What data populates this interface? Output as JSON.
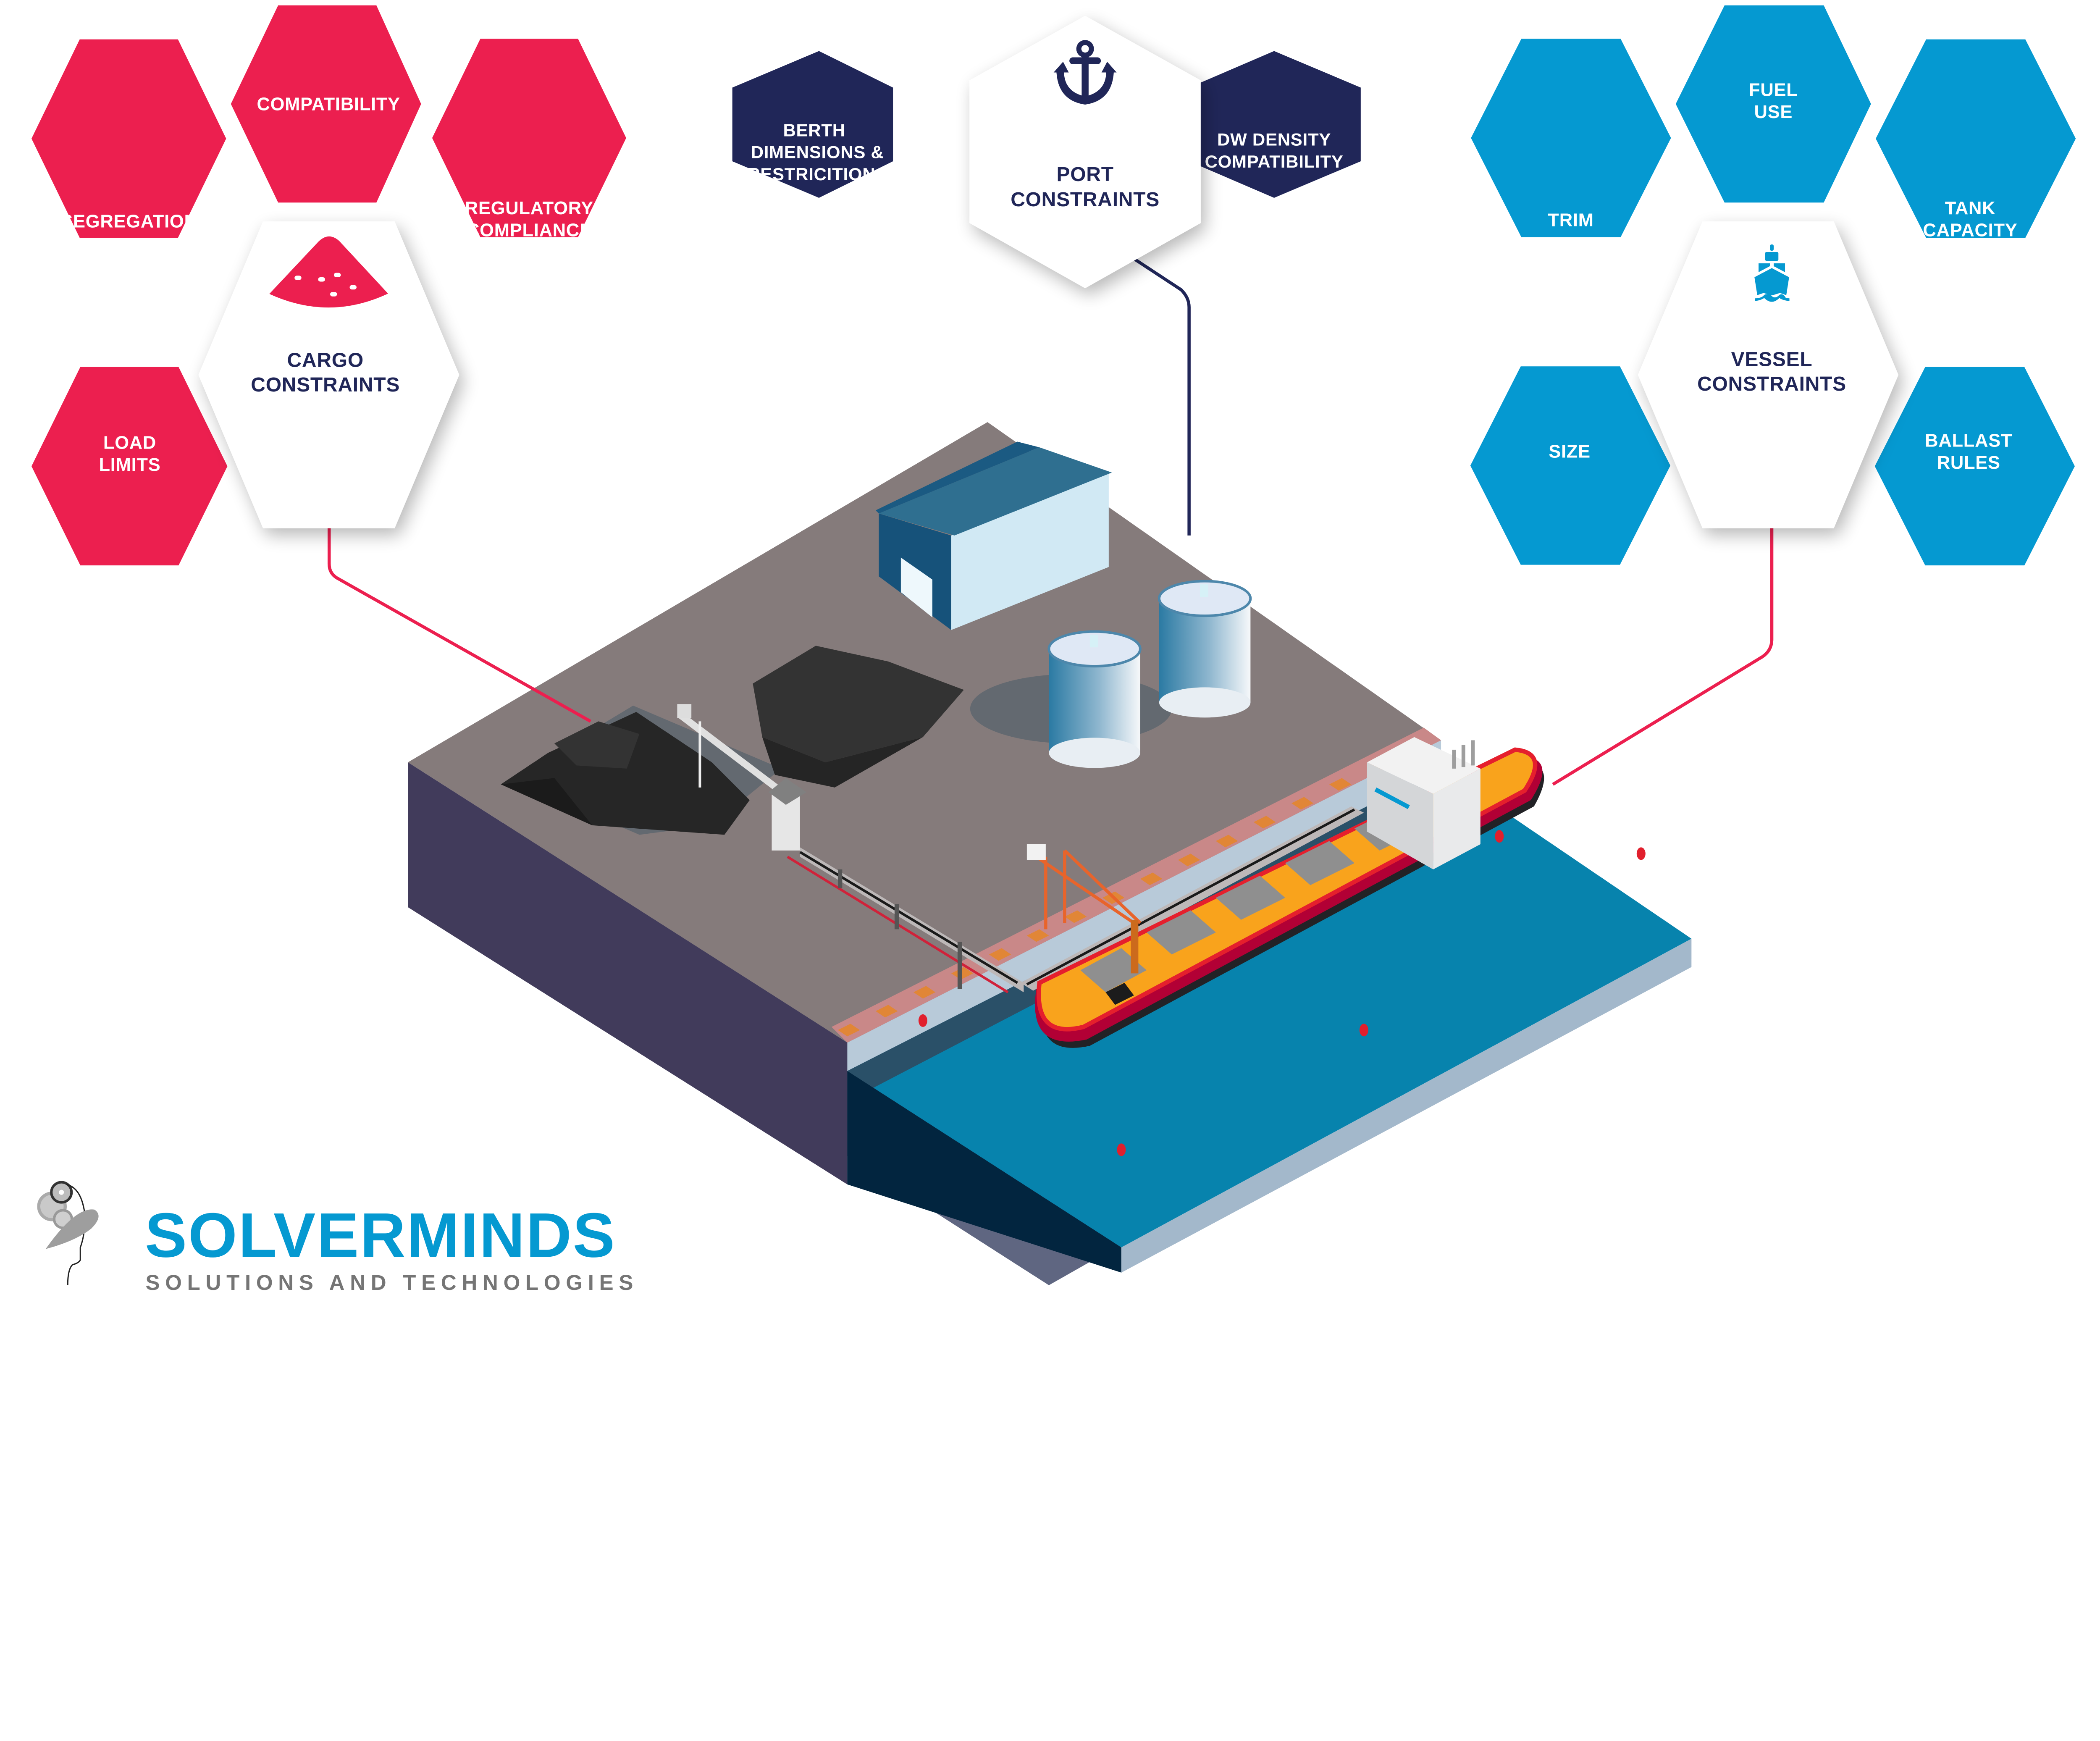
{
  "colors": {
    "cargo_accent": "#ec1f4f",
    "port_accent": "#202658",
    "vessel_accent": "#0599d1",
    "label_dark": "#202658",
    "ground": "#857b7b",
    "platform_side": "#413b5b",
    "platform_base": "#5f6681",
    "water": "#0783ad",
    "water_side": "#02253f",
    "water_edge": "#a3b8cb",
    "logo_blue": "#0599d1",
    "logo_grey": "#757575"
  },
  "groups": {
    "cargo": {
      "title_line1": "CARGO",
      "title_line2": "CONSTRAINTS",
      "icon": "sand-pile-icon",
      "items": [
        {
          "line1": "COMPATIBILITY",
          "line2": ""
        },
        {
          "line1": "SEGREGATION",
          "line2": ""
        },
        {
          "line1": "REGULATORY",
          "line2": "COMPLIANCE"
        },
        {
          "line1": "LOAD",
          "line2": "LIMITS"
        }
      ]
    },
    "port": {
      "title_line1": "PORT",
      "title_line2": "CONSTRAINTS",
      "icon": "anchor-icon",
      "items": [
        {
          "line1": "BERTH",
          "line2": "DIMENSIONS &",
          "line3": "RESTRICITIONS"
        },
        {
          "line1": "DW DENSITY",
          "line2": "COMPATIBILITY",
          "line3": ""
        }
      ]
    },
    "vessel": {
      "title_line1": "VESSEL",
      "title_line2": "CONSTRAINTS",
      "icon": "ship-icon",
      "items": [
        {
          "line1": "FUEL",
          "line2": "USE"
        },
        {
          "line1": "TRIM",
          "line2": ""
        },
        {
          "line1": "TANK",
          "line2": "CAPACITY"
        },
        {
          "line1": "SIZE",
          "line2": ""
        },
        {
          "line1": "BALLAST",
          "line2": "RULES"
        }
      ]
    }
  },
  "logo": {
    "name": "SOLVERMINDS",
    "tagline": "SOLUTIONS AND TECHNOLOGIES",
    "icon": "head-gears-icon"
  },
  "illustration": {
    "subject": "port-terminal-isometric",
    "elements": [
      "warehouse",
      "storage-tanks",
      "coal-piles",
      "conveyor",
      "shiploader-crane",
      "bulk-carrier",
      "buoys"
    ]
  }
}
